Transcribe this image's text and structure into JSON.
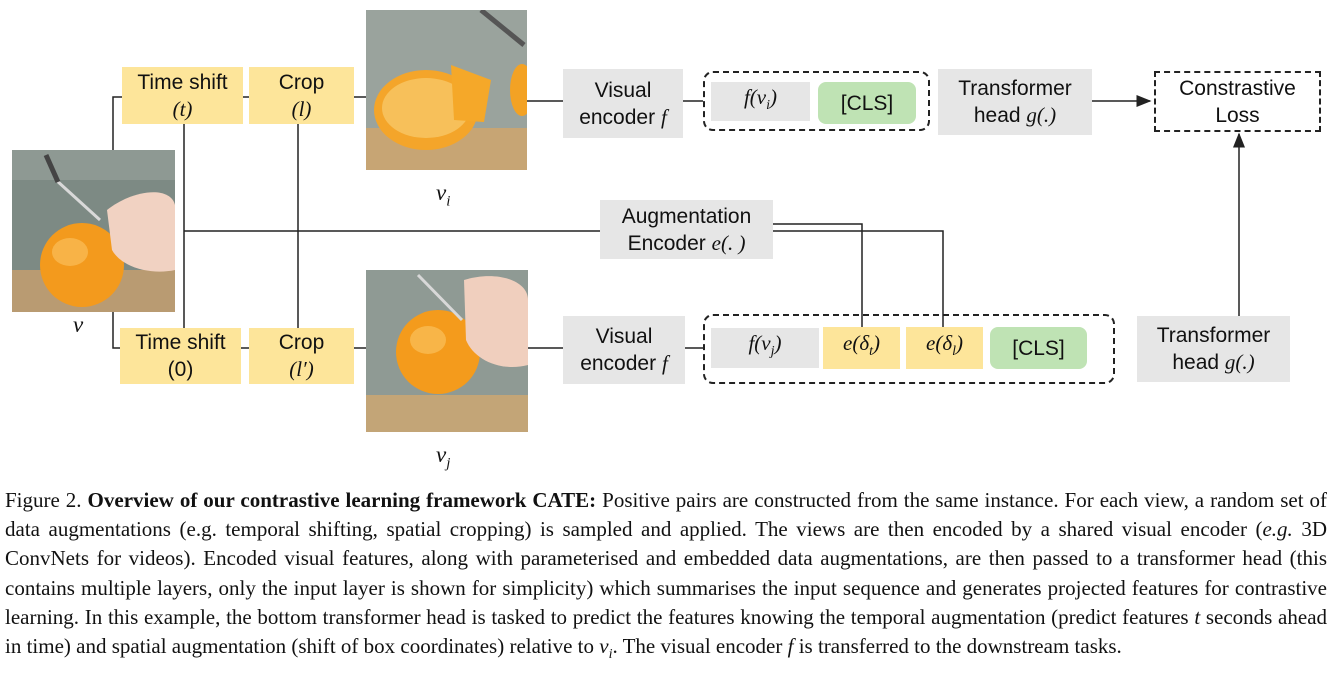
{
  "figure": {
    "top": {
      "time_shift_label": "Time shift",
      "time_shift_param": "(t)",
      "crop_label": "Crop",
      "crop_param": "(l)",
      "view_label": "v",
      "view_sub": "i",
      "encoder_line1": "Visual",
      "encoder_line2": "encoder",
      "encoder_sym": "f",
      "feature": "f(v",
      "feature_sub": "i",
      "feature_end": ")",
      "cls": "[CLS]",
      "head_line1": "Transformer",
      "head_line2": "head",
      "head_sym": "g(.)"
    },
    "bottom": {
      "time_shift_label": "Time shift",
      "time_shift_param": "(0)",
      "crop_label": "Crop",
      "crop_param": "(l′)",
      "view_label": "v",
      "view_sub": "j",
      "encoder_line1": "Visual",
      "encoder_line2": "encoder",
      "encoder_sym": "f",
      "feature": "f(v",
      "feature_sub": "j",
      "feature_end": ")",
      "aug_t": "e(δ",
      "aug_t_sub": "t",
      "aug_l": "e(δ",
      "aug_l_sub": "l",
      "cls": "[CLS]",
      "head_line1": "Transformer",
      "head_line2": "head",
      "head_sym": "g(.)"
    },
    "source_label": "v",
    "aug_encoder_line1": "Augmentation",
    "aug_encoder_line2": "Encoder",
    "aug_encoder_sym": "e(. )",
    "loss_line1": "Constrastive",
    "loss_line2": "Loss"
  },
  "caption": {
    "prefix": "Figure 2.",
    "bold": "Overview of our contrastive learning framework CATE:",
    "part1": "Positive pairs are constructed from the same instance. For each view, a random set of data augmentations (e.g. temporal shifting, spatial cropping) is sampled and applied. The views are then encoded by a shared visual encoder (",
    "eg": "e.g.",
    "part2": "3D ConvNets for videos). Encoded visual features, along with parameterised and embedded data augmentations, are then passed to a transformer head (this contains multiple layers, only the input layer is shown for simplicity) which summarises the input sequence and generates projected features for contrastive learning. In this example, the bottom transformer head is tasked to predict the features knowing the temporal augmentation (predict features",
    "t_sym": "t",
    "part3": "seconds ahead in time) and spatial augmentation (shift of box coordinates) relative to",
    "vi_sym": "v",
    "vi_sub": "i",
    "part4": ". The visual encoder",
    "f_sym": "f",
    "part5": "is transferred to the downstream tasks."
  },
  "colors": {
    "augmentation": "#fde59a",
    "encoder": "#e6e6e6",
    "cls": "#bfe3b4"
  }
}
